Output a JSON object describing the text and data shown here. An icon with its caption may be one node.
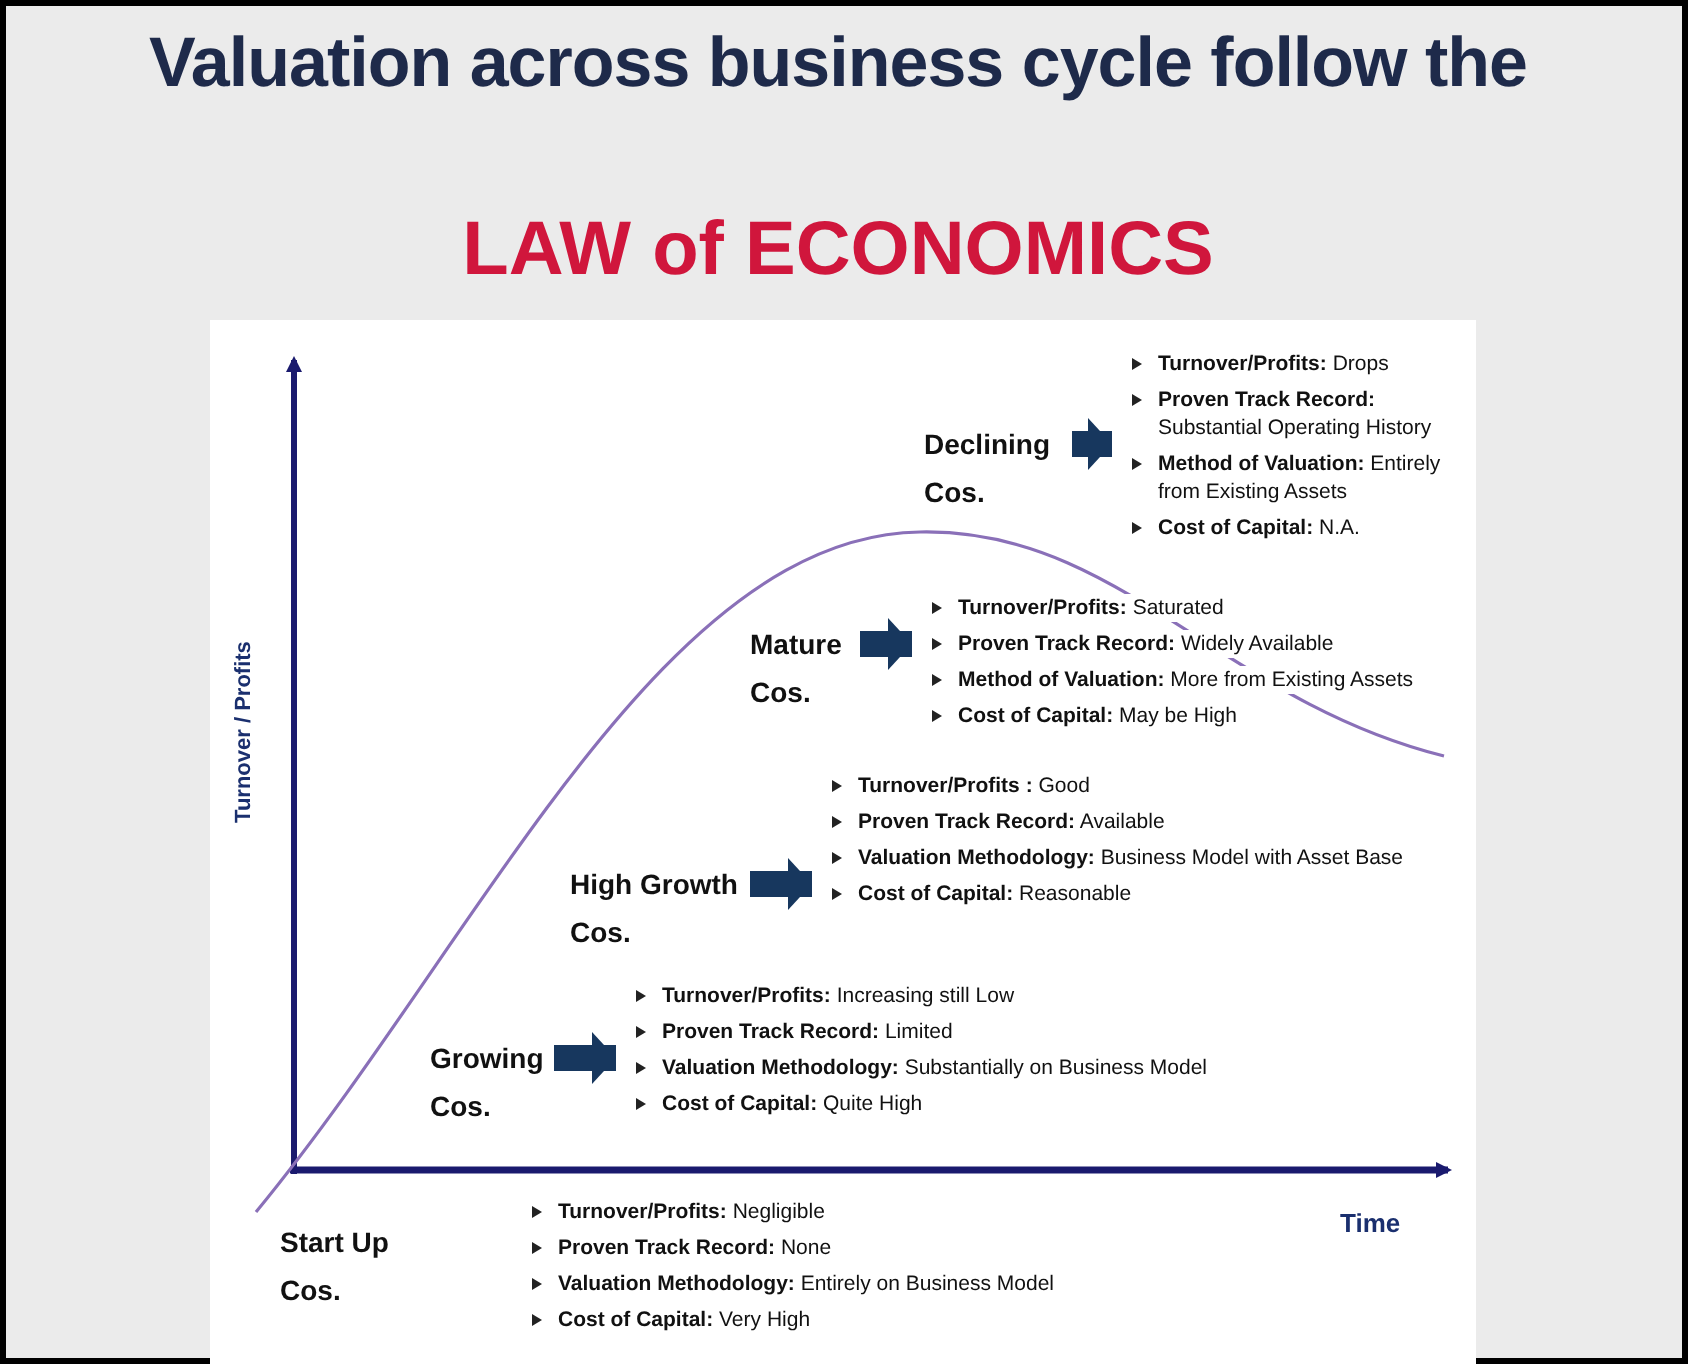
{
  "diagram": {
    "title": "Valuation across business cycle follow the",
    "nodes": [
      {
        "text": [
          "Declining Cos."
        ]
      },
      {
        "text": [
          "**Turnover/Profits:** Drops",
          "**Proven Track Record:** Substantial Operating History",
          "**Method of Valuation:** Entirely from Existing Assets",
          "**Cost of Capital:** N.A."
        ]
      },
      {
        "text": [
          "Mature Cos."
        ]
      },
      {
        "text": [
          "**Turnover/Profits:** Saturated",
          "**Proven Track Record:** Widely Available",
          "**Method of Valuation:** More from Existing Assets",
          "**Cost of Capital:** May be High"
        ]
      },
      {
        "text": [
          "High Growth Cos."
        ]
      },
      {
        "text": [
          "**Turnover/Profits :** Good",
          "**Proven Track Record:** Available",
          "**Valuation Methodology:**  Business Model  with Asset Base",
          "**Cost of Capital:** Reasonable"
        ]
      },
      {
        "text": [
          "Growing Cos."
        ]
      },
      {
        "text": [
          "**Turnover/Profits:** Increasing still Low",
          "**Proven Track Record:** Limited",
          "**Valuation Methodology:** Substantially on Business Model",
          "**Cost of Capital:** Quite High"
        ]
      },
      {
        "text": [
          "Start Up Cos."
        ]
      },
      {
        "text": [
          "**Turnover/Profits:** Negligible",
          "**Proven Track Record:** None",
          "**Valuation Methodology:** Entirely on Business Model",
          "**Cost of Capital:** Very High"
        ]
      }
    ],
    "edges": [
      {
        "from": 0,
        "to": 1,
        "arrow": "to"
      },
      {
        "from": 2,
        "to": 3,
        "arrow": "to"
      },
      {
        "from": 4,
        "to": 5,
        "arrow": "to"
      },
      {
        "from": 6,
        "to": 7,
        "arrow": "to"
      }
    ],
    "labels": [
      "LAW of ECONOMICS",
      "Turnover / Profits",
      "Time"
    ]
  }
}
